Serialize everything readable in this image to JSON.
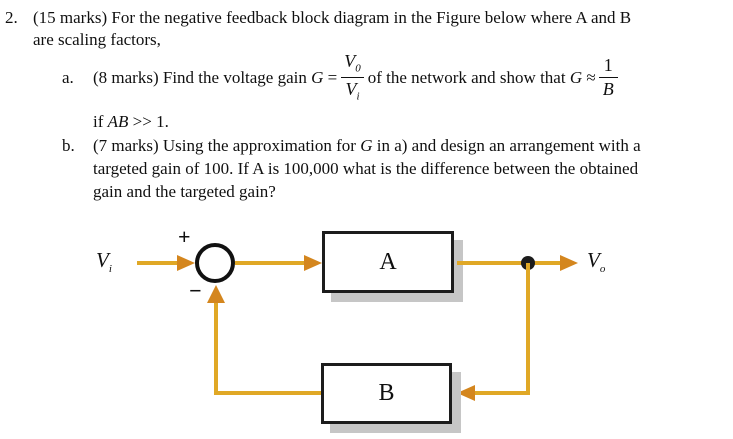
{
  "problem": {
    "number": "2.",
    "intro_line1": "(15 marks) For the negative feedback block diagram in the Figure below where A and B",
    "intro_line2": "are scaling factors,",
    "part_a": {
      "label": "a.",
      "seg_pre": [
        {
          "t": "(8 marks) Find the voltage gain "
        },
        {
          "t": "G",
          "i": true
        },
        {
          "t": " = "
        }
      ],
      "frac_vo_vi": {
        "num_base": "V",
        "num_sub": "0",
        "den_base": "V",
        "den_sub": "i"
      },
      "seg_mid": [
        {
          "t": " of the network and show that "
        },
        {
          "t": "G",
          "i": true
        },
        {
          "t": " ≈ "
        }
      ],
      "frac_1_b": {
        "num": "1",
        "den": "B"
      },
      "condition": [
        {
          "t": "if "
        },
        {
          "t": "AB",
          "i": true
        },
        {
          "t": " >> 1."
        }
      ]
    },
    "part_b": {
      "label": "b.",
      "line1": [
        {
          "t": "(7 marks) Using the approximation for "
        },
        {
          "t": "G",
          "i": true
        },
        {
          "t": " in a) and design an arrangement with a"
        }
      ],
      "line2": "targeted gain of 100. If A is 100,000 what is the difference between the obtained",
      "line3": "gain and the targeted gain?"
    }
  },
  "diagram": {
    "input_label": {
      "base": "V",
      "sub": "i"
    },
    "output_label": {
      "base": "V",
      "sub": "o"
    },
    "block_a_label": "A",
    "block_b_label": "B",
    "plus_sign": "+",
    "minus_sign": "−",
    "colors": {
      "line": "#E0A826",
      "arrowhead": "#D4861E",
      "block_border": "#1C1C1C",
      "shadow": "#C6C6C6",
      "junction_dot": "#1C1C1C"
    }
  }
}
